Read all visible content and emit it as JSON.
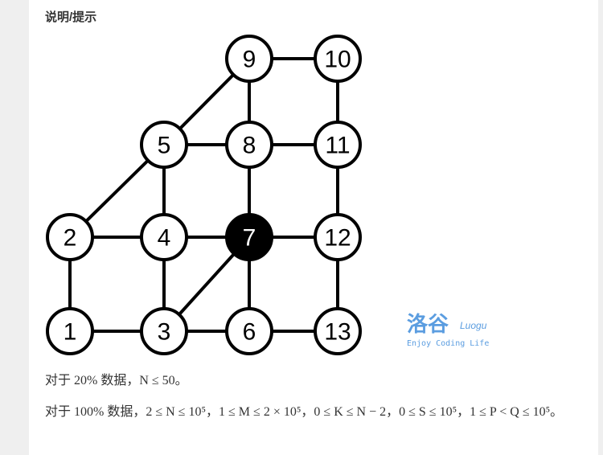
{
  "section_title": "说明/提示",
  "watermark": {
    "logo": "洛谷",
    "brand": "Luogu",
    "slogan": "Enjoy Coding Life"
  },
  "graph": {
    "nodes": [
      {
        "label": "9",
        "dark": false
      },
      {
        "label": "10",
        "dark": false
      },
      {
        "label": "5",
        "dark": false
      },
      {
        "label": "8",
        "dark": false
      },
      {
        "label": "11",
        "dark": false
      },
      {
        "label": "2",
        "dark": false
      },
      {
        "label": "4",
        "dark": false
      },
      {
        "label": "7",
        "dark": true
      },
      {
        "label": "12",
        "dark": false
      },
      {
        "label": "1",
        "dark": false
      },
      {
        "label": "3",
        "dark": false
      },
      {
        "label": "6",
        "dark": false
      },
      {
        "label": "13",
        "dark": false
      }
    ],
    "edges": [
      [
        "9",
        "10"
      ],
      [
        "9",
        "5"
      ],
      [
        "9",
        "8"
      ],
      [
        "10",
        "11"
      ],
      [
        "5",
        "8"
      ],
      [
        "8",
        "11"
      ],
      [
        "5",
        "2"
      ],
      [
        "5",
        "4"
      ],
      [
        "8",
        "7"
      ],
      [
        "11",
        "12"
      ],
      [
        "2",
        "4"
      ],
      [
        "4",
        "7"
      ],
      [
        "7",
        "12"
      ],
      [
        "2",
        "1"
      ],
      [
        "4",
        "3"
      ],
      [
        "7",
        "3"
      ],
      [
        "7",
        "6"
      ],
      [
        "12",
        "13"
      ],
      [
        "1",
        "3"
      ],
      [
        "3",
        "6"
      ],
      [
        "6",
        "13"
      ]
    ]
  },
  "constraints": {
    "line1": "对于 20% 数据，N ≤ 50。",
    "line2": "对于 100% 数据，2 ≤ N ≤ 10⁵，1 ≤ M ≤ 2 × 10⁵，0 ≤ K ≤ N − 2，0 ≤ S ≤ 10⁵，1 ≤ P < Q ≤ 10⁵。"
  }
}
